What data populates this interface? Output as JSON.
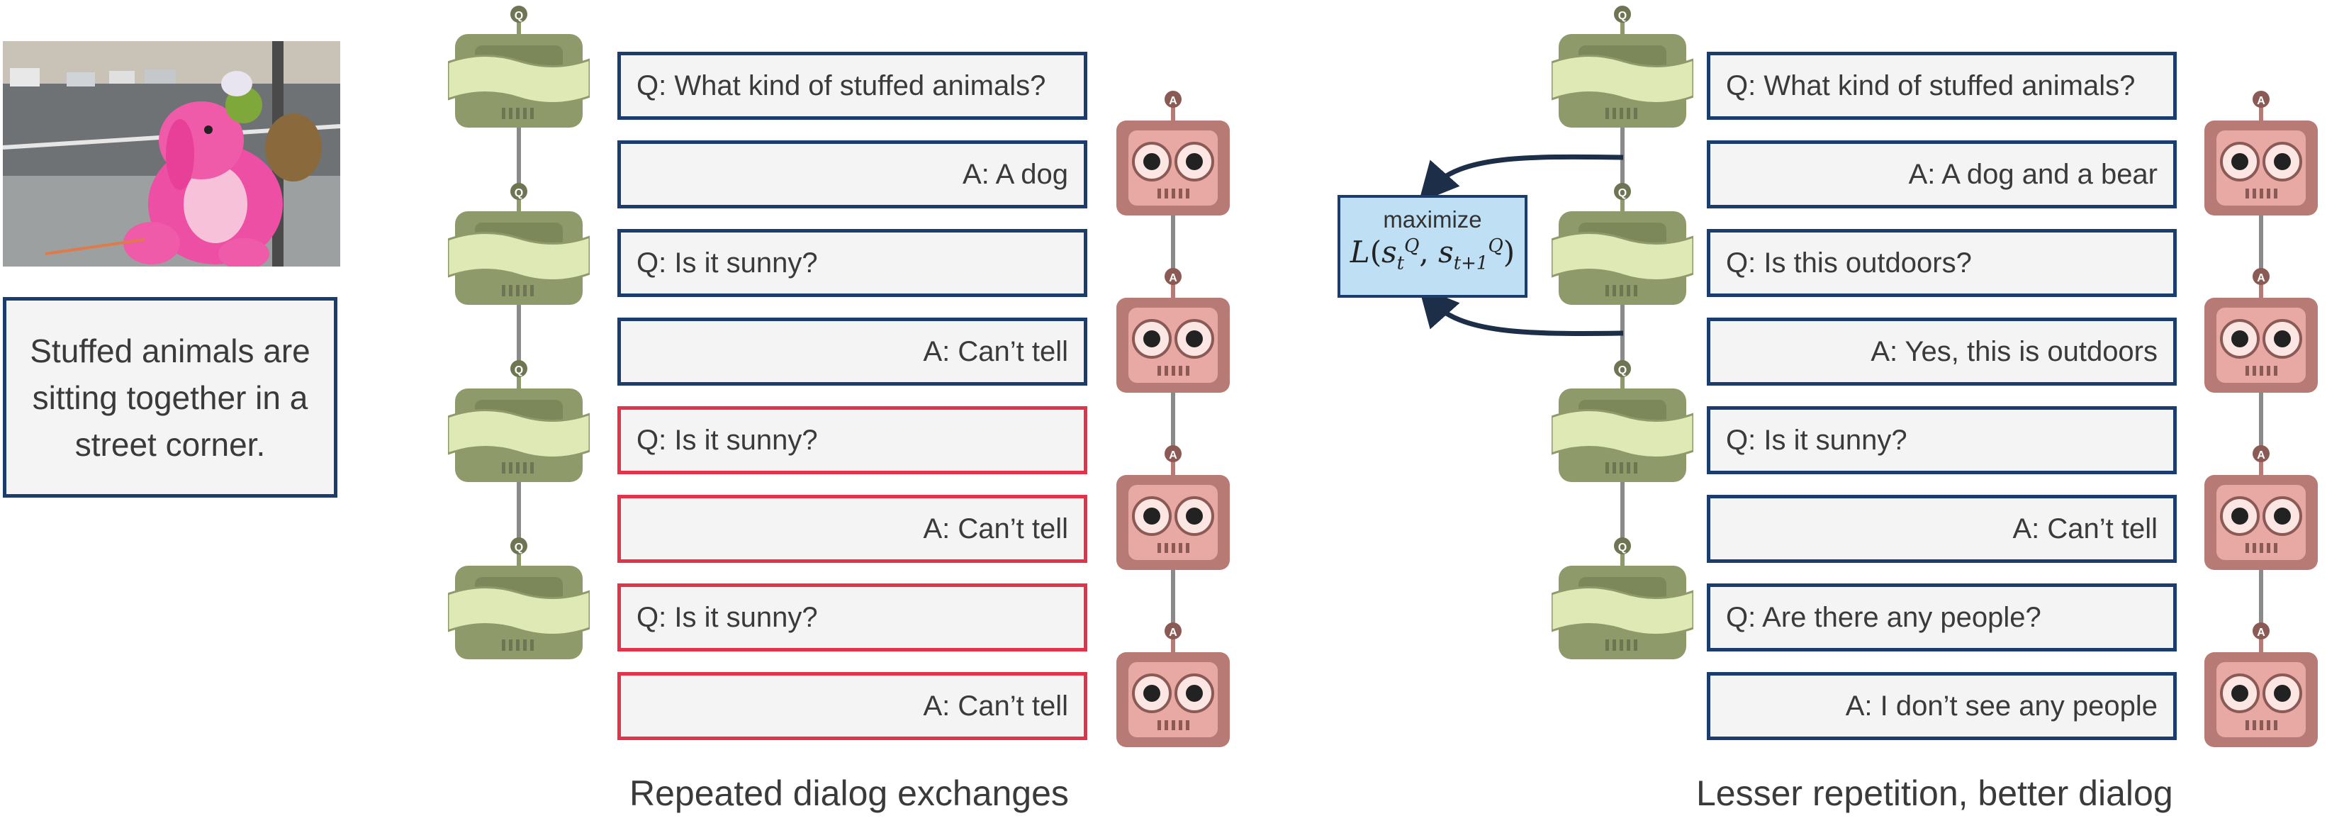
{
  "caption": "Stuffed animals are sitting together in a street corner.",
  "robot_badges": {
    "questioner": "Q",
    "answerer": "A"
  },
  "left_panel": {
    "label": "Repeated dialog exchanges",
    "dialog": [
      {
        "text": "Q: What kind of stuffed animals?",
        "role": "question",
        "repeated": false
      },
      {
        "text": "A: A dog",
        "role": "answer",
        "repeated": false
      },
      {
        "text": "Q: Is it sunny?",
        "role": "question",
        "repeated": false
      },
      {
        "text": "A: Can’t tell",
        "role": "answer",
        "repeated": false
      },
      {
        "text": "Q: Is it sunny?",
        "role": "question",
        "repeated": true
      },
      {
        "text": "A: Can’t tell",
        "role": "answer",
        "repeated": true
      },
      {
        "text": "Q: Is it sunny?",
        "role": "question",
        "repeated": true
      },
      {
        "text": "A: Can’t tell",
        "role": "answer",
        "repeated": true
      }
    ]
  },
  "right_panel": {
    "label": "Lesser repetition, better dialog",
    "dialog": [
      {
        "text": "Q: What kind of stuffed animals?",
        "role": "question"
      },
      {
        "text": "A: A dog and a bear",
        "role": "answer"
      },
      {
        "text": "Q: Is this outdoors?",
        "role": "question"
      },
      {
        "text": "A: Yes, this is outdoors",
        "role": "answer"
      },
      {
        "text": "Q: Is it sunny?",
        "role": "question"
      },
      {
        "text": "A: Can’t tell",
        "role": "answer"
      },
      {
        "text": "Q: Are there any people?",
        "role": "question"
      },
      {
        "text": "A: I don’t see any people",
        "role": "answer"
      }
    ]
  },
  "objective": {
    "word": "maximize",
    "function": "L",
    "arg1": "s",
    "arg1_sub": "t",
    "arg1_sup": "Q",
    "arg2": "s",
    "arg2_sub": "t+1",
    "arg2_sup": "Q"
  },
  "colors": {
    "navy": "#1b3d6e",
    "repeat_red": "#e2334b",
    "box_fill": "#f4f4f4",
    "qbot_body": "#8f9a6b",
    "qbot_scroll": "#dfe9b5",
    "abot_body": "#b87a74",
    "abot_face": "#e8a9a5",
    "objective_fill": "#bfe0f4"
  }
}
